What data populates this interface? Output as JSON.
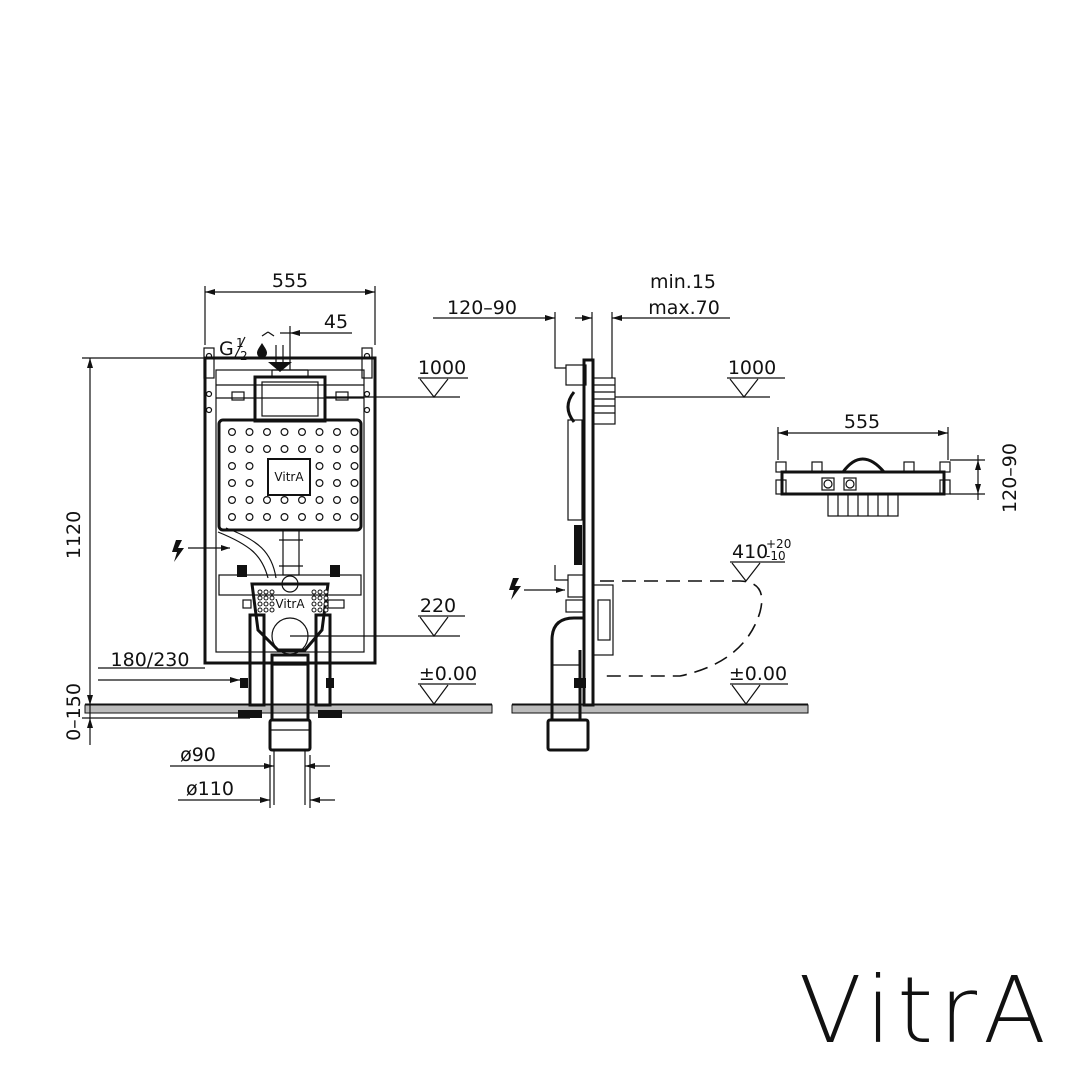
{
  "front_view": {
    "width_dim": "555",
    "offset_dim": "45",
    "inlet_label_g": "G",
    "inlet_label_frac_num": "1",
    "inlet_label_frac_den": "2",
    "flush_level": "1000",
    "height_dim": "1120",
    "power_level": "220",
    "bracket_dim": "180/230",
    "floor_level": "±0.00",
    "floor_adjust": "0–150",
    "pipe_d90": "ø90",
    "pipe_d110": "ø110",
    "plate_logo": "VitrA",
    "bowl_logo": "VitrA"
  },
  "side_view": {
    "depth_dim": "120–90",
    "wall_min": "min.15",
    "wall_max": "max.70",
    "flush_level": "1000",
    "bowl_height": "410",
    "bowl_tol_plus": "+20",
    "bowl_tol_minus": "-10",
    "floor_level": "±0.00"
  },
  "top_view": {
    "width_dim": "555",
    "depth_dim": "120–90"
  },
  "brand": {
    "logo_text": "VitrA"
  }
}
